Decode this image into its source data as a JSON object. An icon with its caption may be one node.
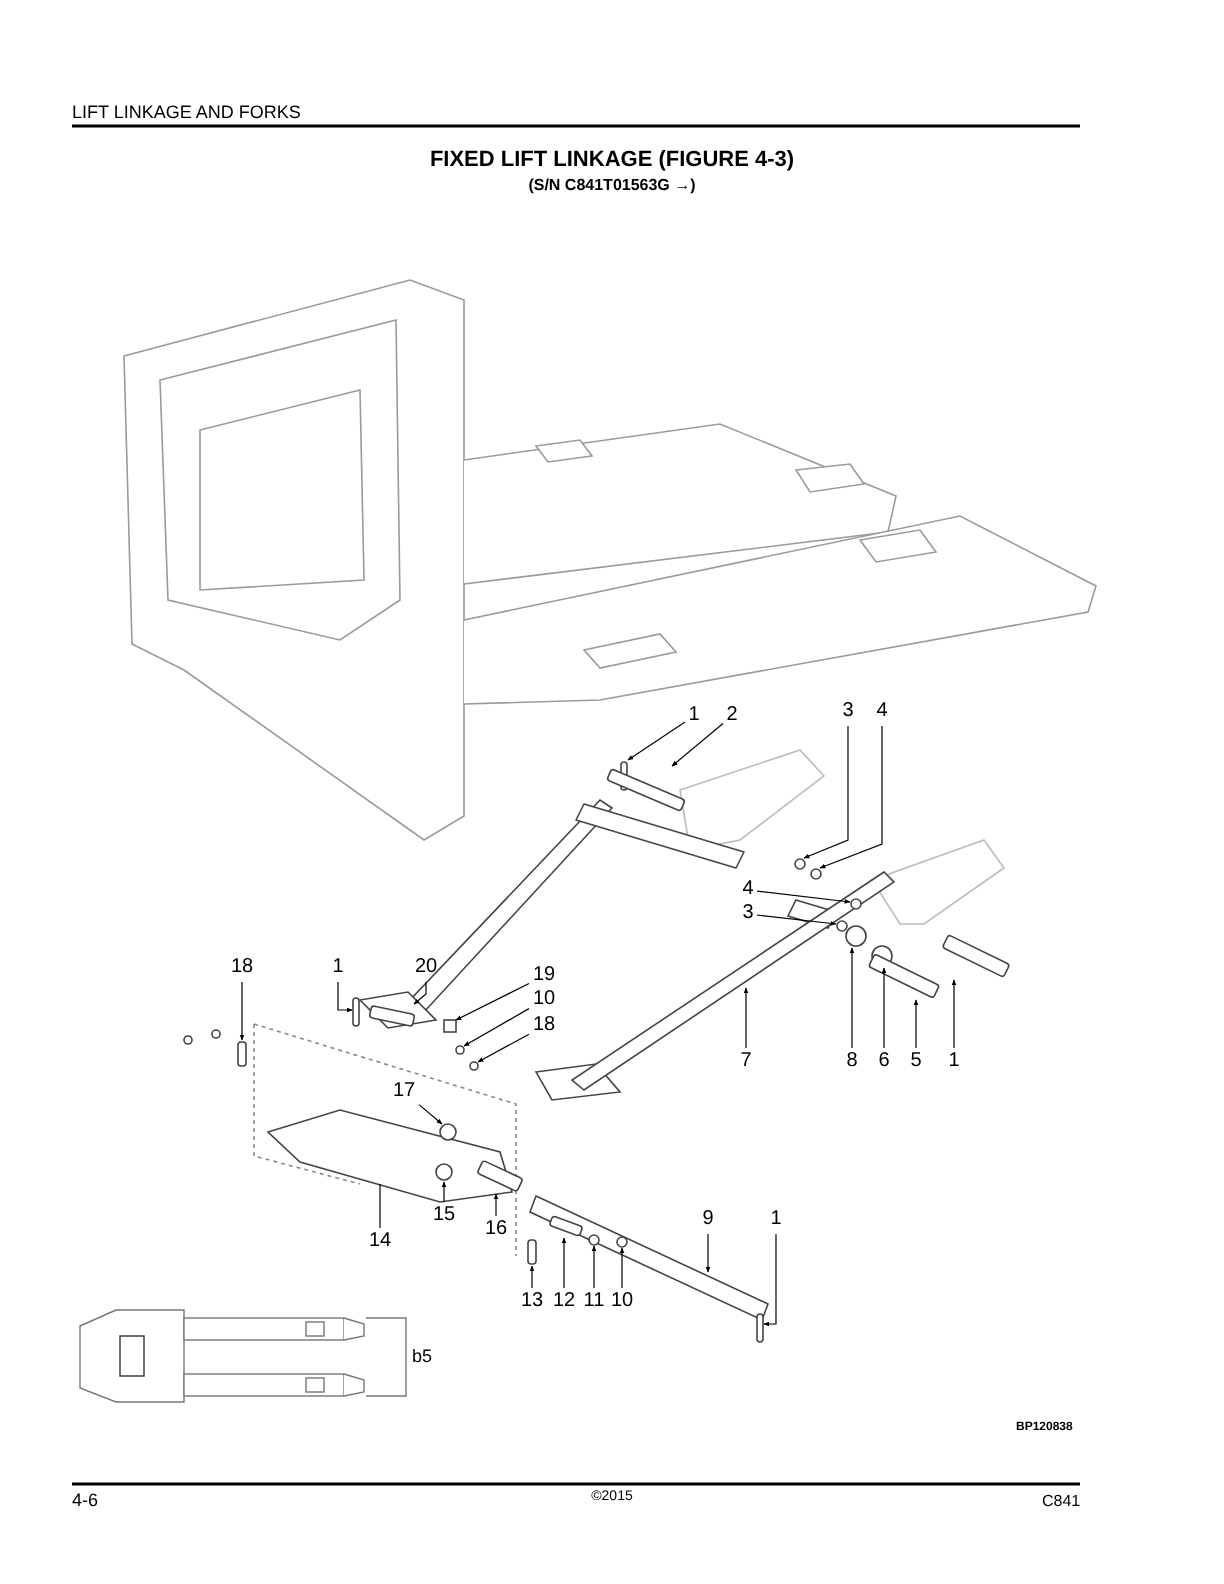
{
  "diagram": {
    "title": "FIXED LIFT LINKAGE (FIGURE 4-3)",
    "nodes": [
      {
        "text": [
          "1"
        ]
      },
      {
        "text": [
          "2"
        ]
      },
      {
        "text": [
          "3"
        ]
      },
      {
        "text": [
          "4"
        ]
      },
      {
        "text": [
          "4"
        ]
      },
      {
        "text": [
          "3"
        ]
      },
      {
        "text": [
          "18"
        ]
      },
      {
        "text": [
          "1"
        ]
      },
      {
        "text": [
          "20"
        ]
      },
      {
        "text": [
          "19"
        ]
      },
      {
        "text": [
          "10"
        ]
      },
      {
        "text": [
          "18"
        ]
      },
      {
        "text": [
          "7"
        ]
      },
      {
        "text": [
          "8"
        ]
      },
      {
        "text": [
          "6"
        ]
      },
      {
        "text": [
          "5"
        ]
      },
      {
        "text": [
          "1"
        ]
      },
      {
        "text": [
          "17"
        ]
      },
      {
        "text": [
          "15"
        ]
      },
      {
        "text": [
          "16"
        ]
      },
      {
        "text": [
          "14"
        ]
      },
      {
        "text": [
          "9"
        ]
      },
      {
        "text": [
          "1"
        ]
      },
      {
        "text": [
          "13"
        ]
      },
      {
        "text": [
          "12"
        ]
      },
      {
        "text": [
          "11"
        ]
      },
      {
        "text": [
          "10"
        ]
      },
      {
        "text": [],
        "shape": "bar"
      },
      {
        "text": [],
        "shape": "bar"
      },
      {
        "text": [],
        "shape": "circle"
      },
      {
        "text": [],
        "shape": "circle"
      },
      {
        "text": [],
        "shape": "circle"
      },
      {
        "text": [],
        "shape": "circle"
      },
      {
        "text": [],
        "shape": "bar"
      },
      {
        "text": [],
        "shape": "bar"
      },
      {
        "text": [],
        "shape": "bar"
      },
      {
        "text": [],
        "shape": "box"
      },
      {
        "text": [],
        "shape": "circle"
      },
      {
        "text": [],
        "shape": "circle"
      },
      {
        "text": [],
        "shape": "circle"
      },
      {
        "text": [],
        "shape": "circle"
      },
      {
        "text": [],
        "shape": "bar"
      },
      {
        "text": [],
        "shape": "bar"
      },
      {
        "text": [],
        "shape": "circle",
        "in": 46
      },
      {
        "text": [],
        "shape": "circle",
        "in": 46
      },
      {
        "text": [],
        "shape": "bar"
      },
      {
        "text": [],
        "shape": "box"
      },
      {
        "text": [],
        "shape": "bar"
      },
      {
        "text": [],
        "shape": "bar"
      },
      {
        "text": [],
        "shape": "bar"
      },
      {
        "text": [],
        "shape": "circle"
      },
      {
        "text": [],
        "shape": "circle"
      },
      {
        "text": [],
        "shape": "box"
      },
      {
        "text": [],
        "shape": "bar"
      }
    ],
    "edges": [
      {
        "from": 0,
        "to": 27,
        "arrow": "to"
      },
      {
        "from": 1,
        "to": 28,
        "arrow": "to"
      },
      {
        "from": 2,
        "to": 29,
        "arrow": "to"
      },
      {
        "from": 3,
        "to": 30,
        "arrow": "to"
      },
      {
        "from": 4,
        "to": 31,
        "arrow": "to"
      },
      {
        "from": 5,
        "to": 32,
        "arrow": "to"
      },
      {
        "from": 6,
        "to": 33,
        "arrow": "to"
      },
      {
        "from": 7,
        "to": 34,
        "arrow": "to"
      },
      {
        "from": 8,
        "to": 35,
        "arrow": "to"
      },
      {
        "from": 9,
        "to": 36,
        "arrow": "to"
      },
      {
        "from": 10,
        "to": 37,
        "arrow": "to"
      },
      {
        "from": 11,
        "to": 38,
        "arrow": "to"
      },
      {
        "from": 12,
        "to": null,
        "arrow": "to"
      },
      {
        "from": 13,
        "to": 39,
        "arrow": "to"
      },
      {
        "from": 14,
        "to": 40,
        "arrow": "to"
      },
      {
        "from": 15,
        "to": 41,
        "arrow": "to"
      },
      {
        "from": 16,
        "to": 42,
        "arrow": "to"
      },
      {
        "from": 17,
        "to": 43,
        "arrow": "to"
      },
      {
        "from": 18,
        "to": 44,
        "arrow": "to"
      },
      {
        "from": 19,
        "to": 45,
        "arrow": "to"
      },
      {
        "from": 20,
        "to": 46,
        "arrow": "none"
      },
      {
        "from": 21,
        "to": null,
        "arrow": "to"
      },
      {
        "from": 22,
        "to": 47,
        "arrow": "to"
      },
      {
        "from": 23,
        "to": 48,
        "arrow": "to"
      },
      {
        "from": 24,
        "to": 49,
        "arrow": "to"
      },
      {
        "from": 25,
        "to": 50,
        "arrow": "to"
      },
      {
        "from": 26,
        "to": 51,
        "arrow": "to"
      }
    ],
    "labels": [
      "LIFT LINKAGE AND FORKS",
      "(S/N C841T01563G →)",
      "b5",
      "BP120838",
      "4-6",
      "©2015",
      "C841"
    ]
  }
}
